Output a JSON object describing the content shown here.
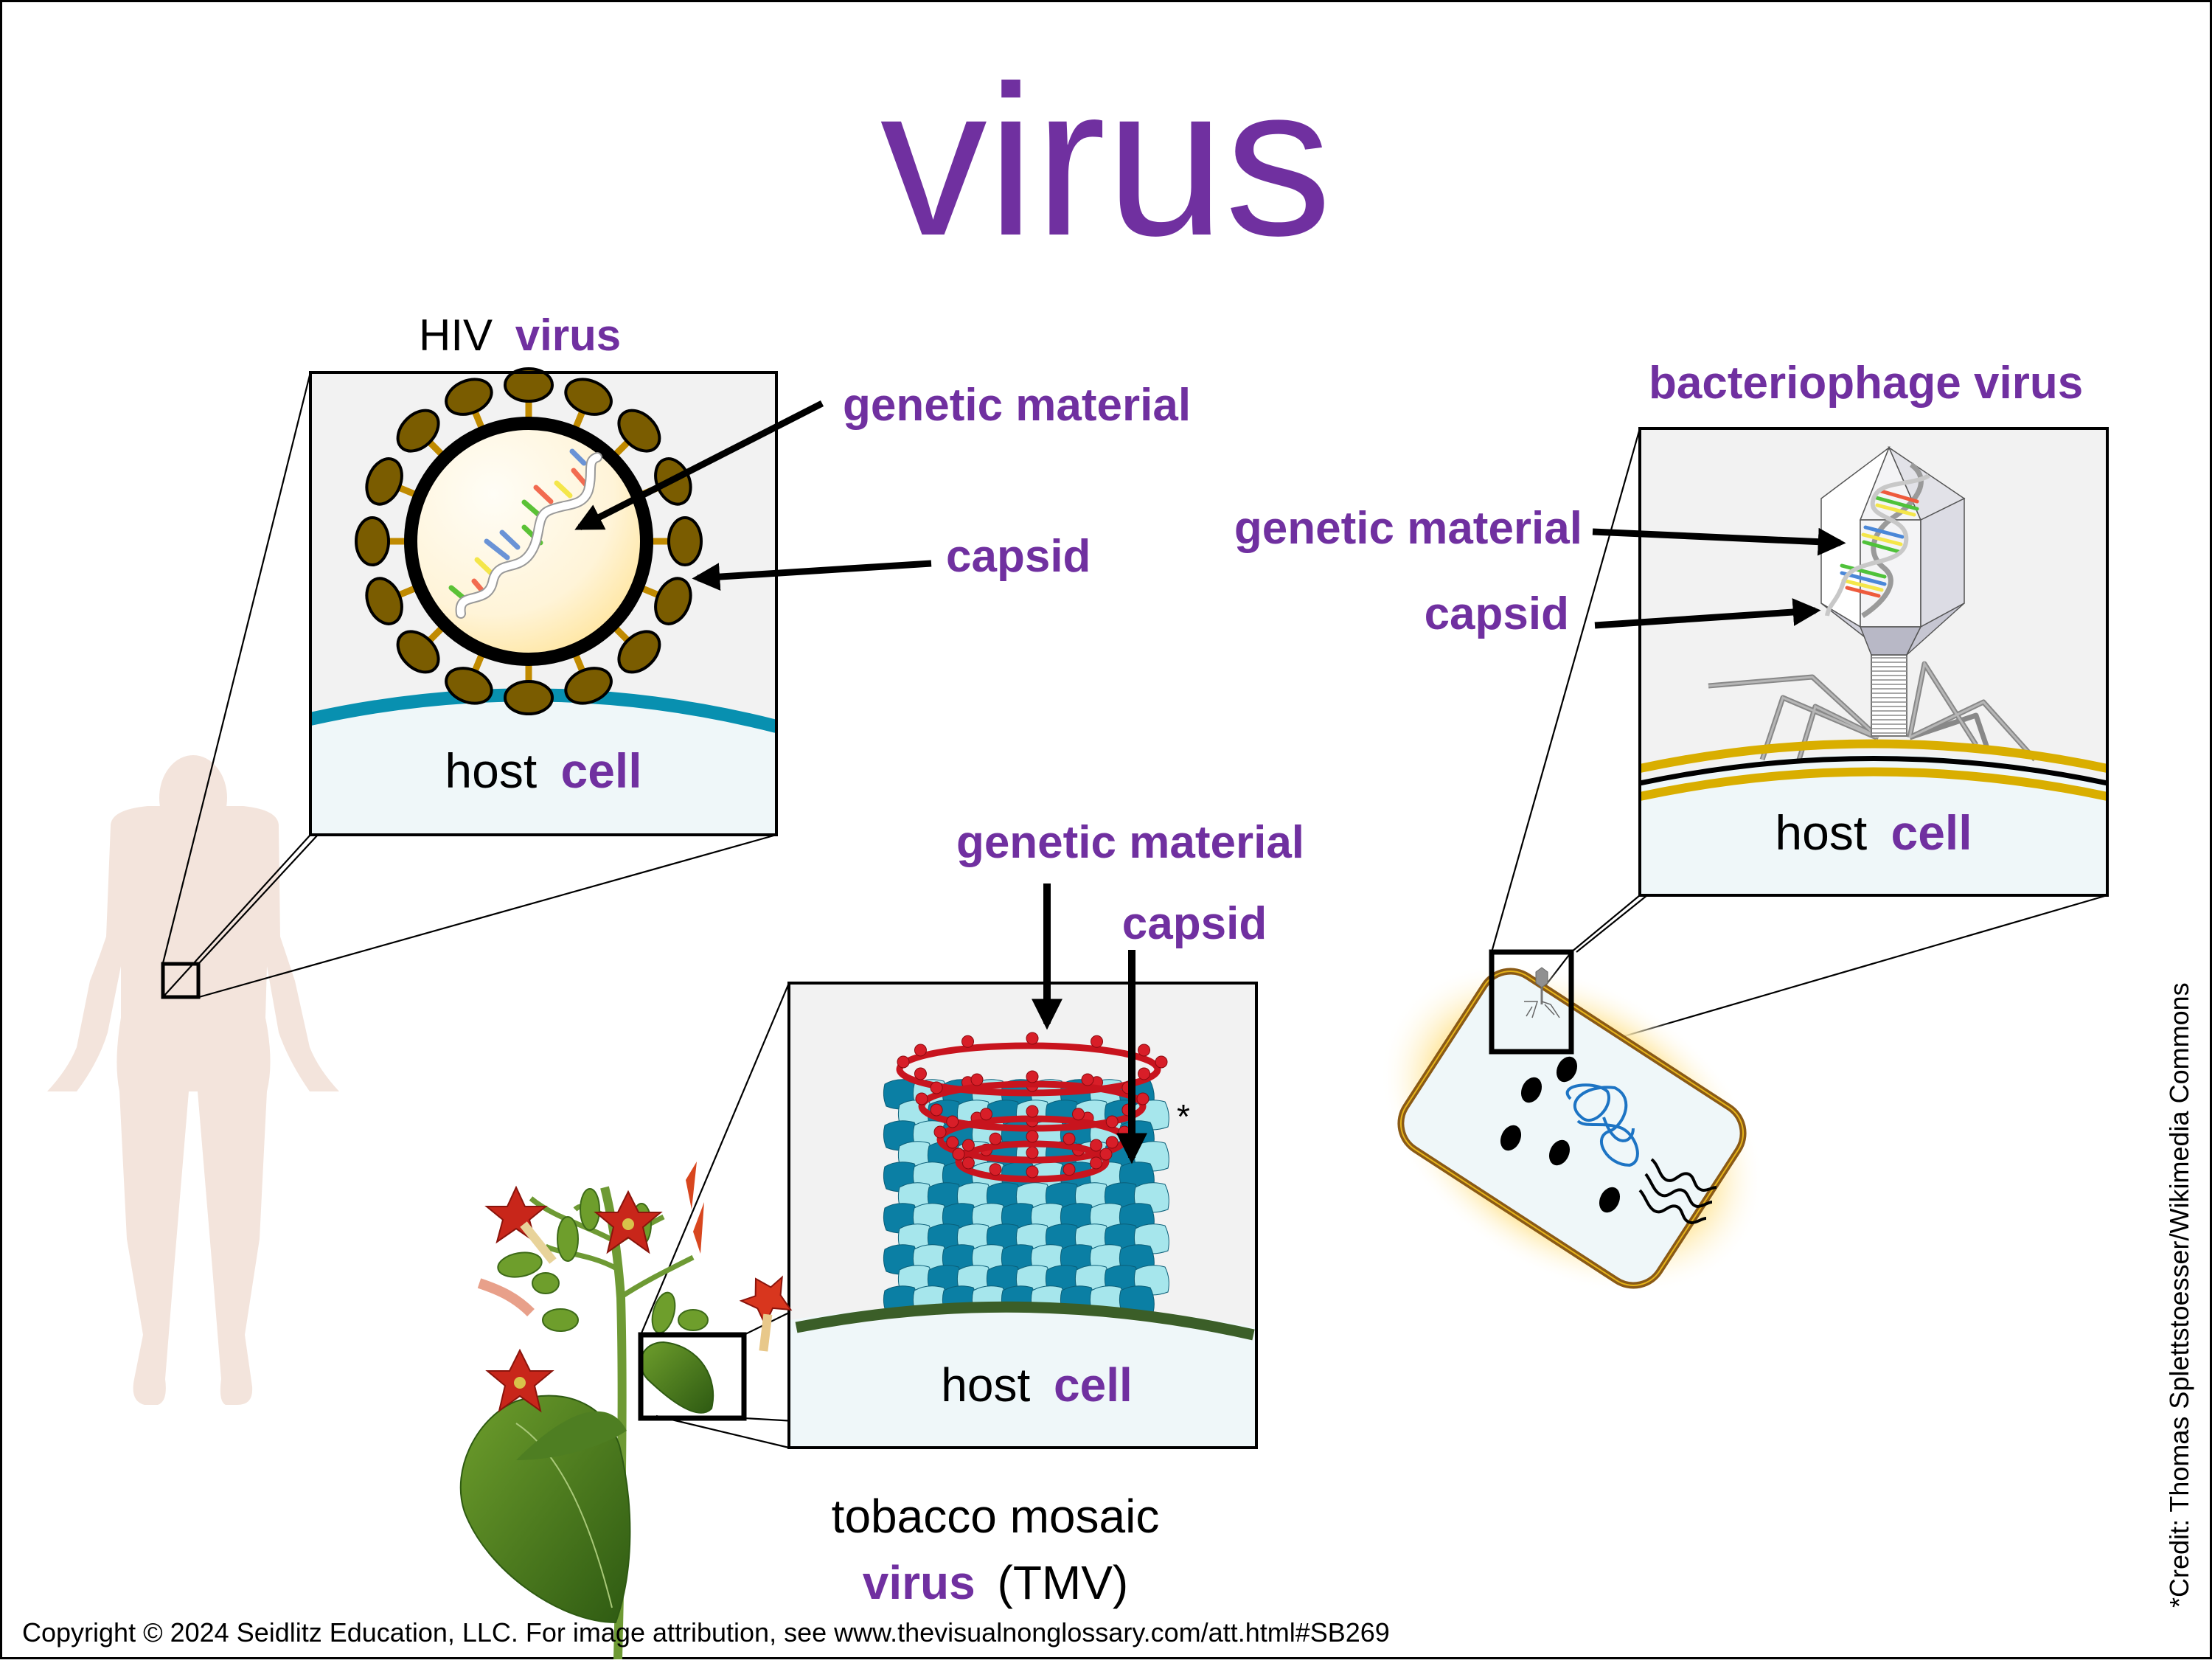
{
  "title": "virus",
  "colors": {
    "accent_purple": "#7030A0",
    "panel_bg": "#F2F2F2",
    "host_cell_fill": "#EFF7F9",
    "hiv_membrane": "#0890B0",
    "tmv_membrane": "#3B5E28",
    "phage_membrane_outer": "#D9AE00",
    "hiv_spike": "#7A5C00",
    "hiv_spike_stalk": "#C08A00",
    "human_silhouette": "#F3E4DC"
  },
  "hiv_panel": {
    "title_prefix": "HIV",
    "title_keyword": "virus",
    "label_genetic_material": "genetic material",
    "label_capsid": "capsid",
    "host_cell_prefix": "host",
    "host_cell_keyword": "cell"
  },
  "phage_panel": {
    "title": "bacteriophage virus",
    "label_genetic_material": "genetic material",
    "label_capsid": "capsid",
    "host_cell_prefix": "host",
    "host_cell_keyword": "cell"
  },
  "tmv_panel": {
    "label_genetic_material": "genetic material",
    "label_capsid": "capsid",
    "asterisk": "*",
    "host_cell_prefix": "host",
    "host_cell_keyword": "cell",
    "caption_line1": "tobacco mosaic",
    "caption_keyword": "virus",
    "caption_suffix": "(TMV)"
  },
  "credit": "*Credit: Thomas Splettstoesser/Wikimedia Commons",
  "footer": "Copyright © 2024 Seidlitz Education, LLC.  For image attribution, see www.thevisualnonglossary.com/att.html#SB269"
}
